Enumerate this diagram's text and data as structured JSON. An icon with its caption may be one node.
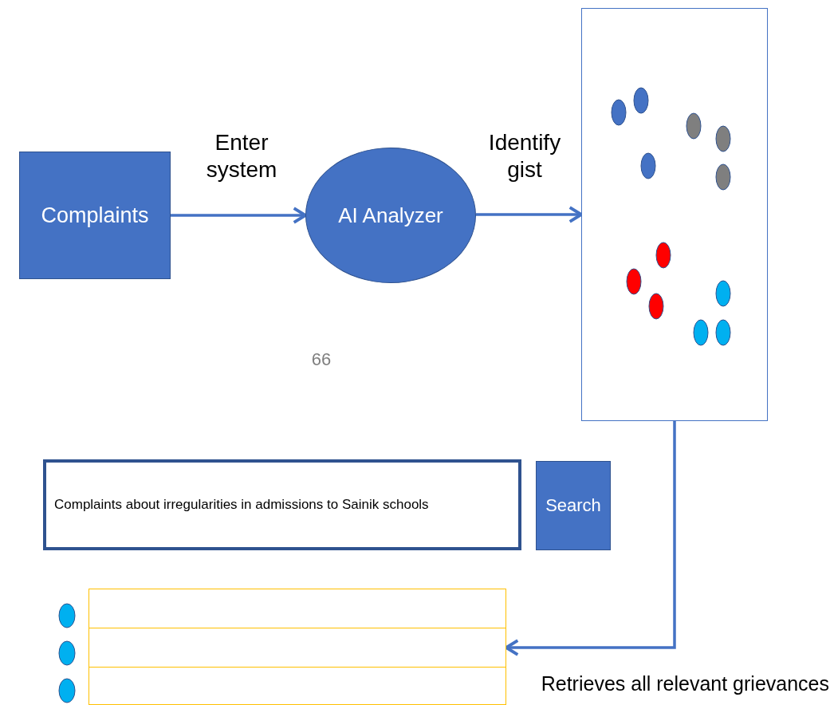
{
  "diagram": {
    "nodes": [
      {
        "text": [
          "Complaints"
        ]
      },
      {
        "text": [
          "AI Analyzer"
        ]
      },
      {
        "text": [],
        "shape": "box"
      },
      {
        "text": [
          "Complaints about irregularities in admissions to Sainik schools"
        ]
      },
      {
        "text": [
          "Search"
        ]
      },
      {
        "text": [],
        "shape": "box"
      },
      {
        "text": [],
        "shape": "box"
      },
      {
        "text": [],
        "shape": "box"
      }
    ],
    "edges": [
      {
        "from": 0,
        "to": 1,
        "arrow": "to",
        "label": "Enter system"
      },
      {
        "from": 1,
        "to": 2,
        "arrow": "to",
        "label": "Identify gist"
      },
      {
        "from": 2,
        "to": 6,
        "arrow": "to",
        "label": "Retrieves all relevant grievances"
      }
    ],
    "labels": [
      "66"
    ]
  }
}
